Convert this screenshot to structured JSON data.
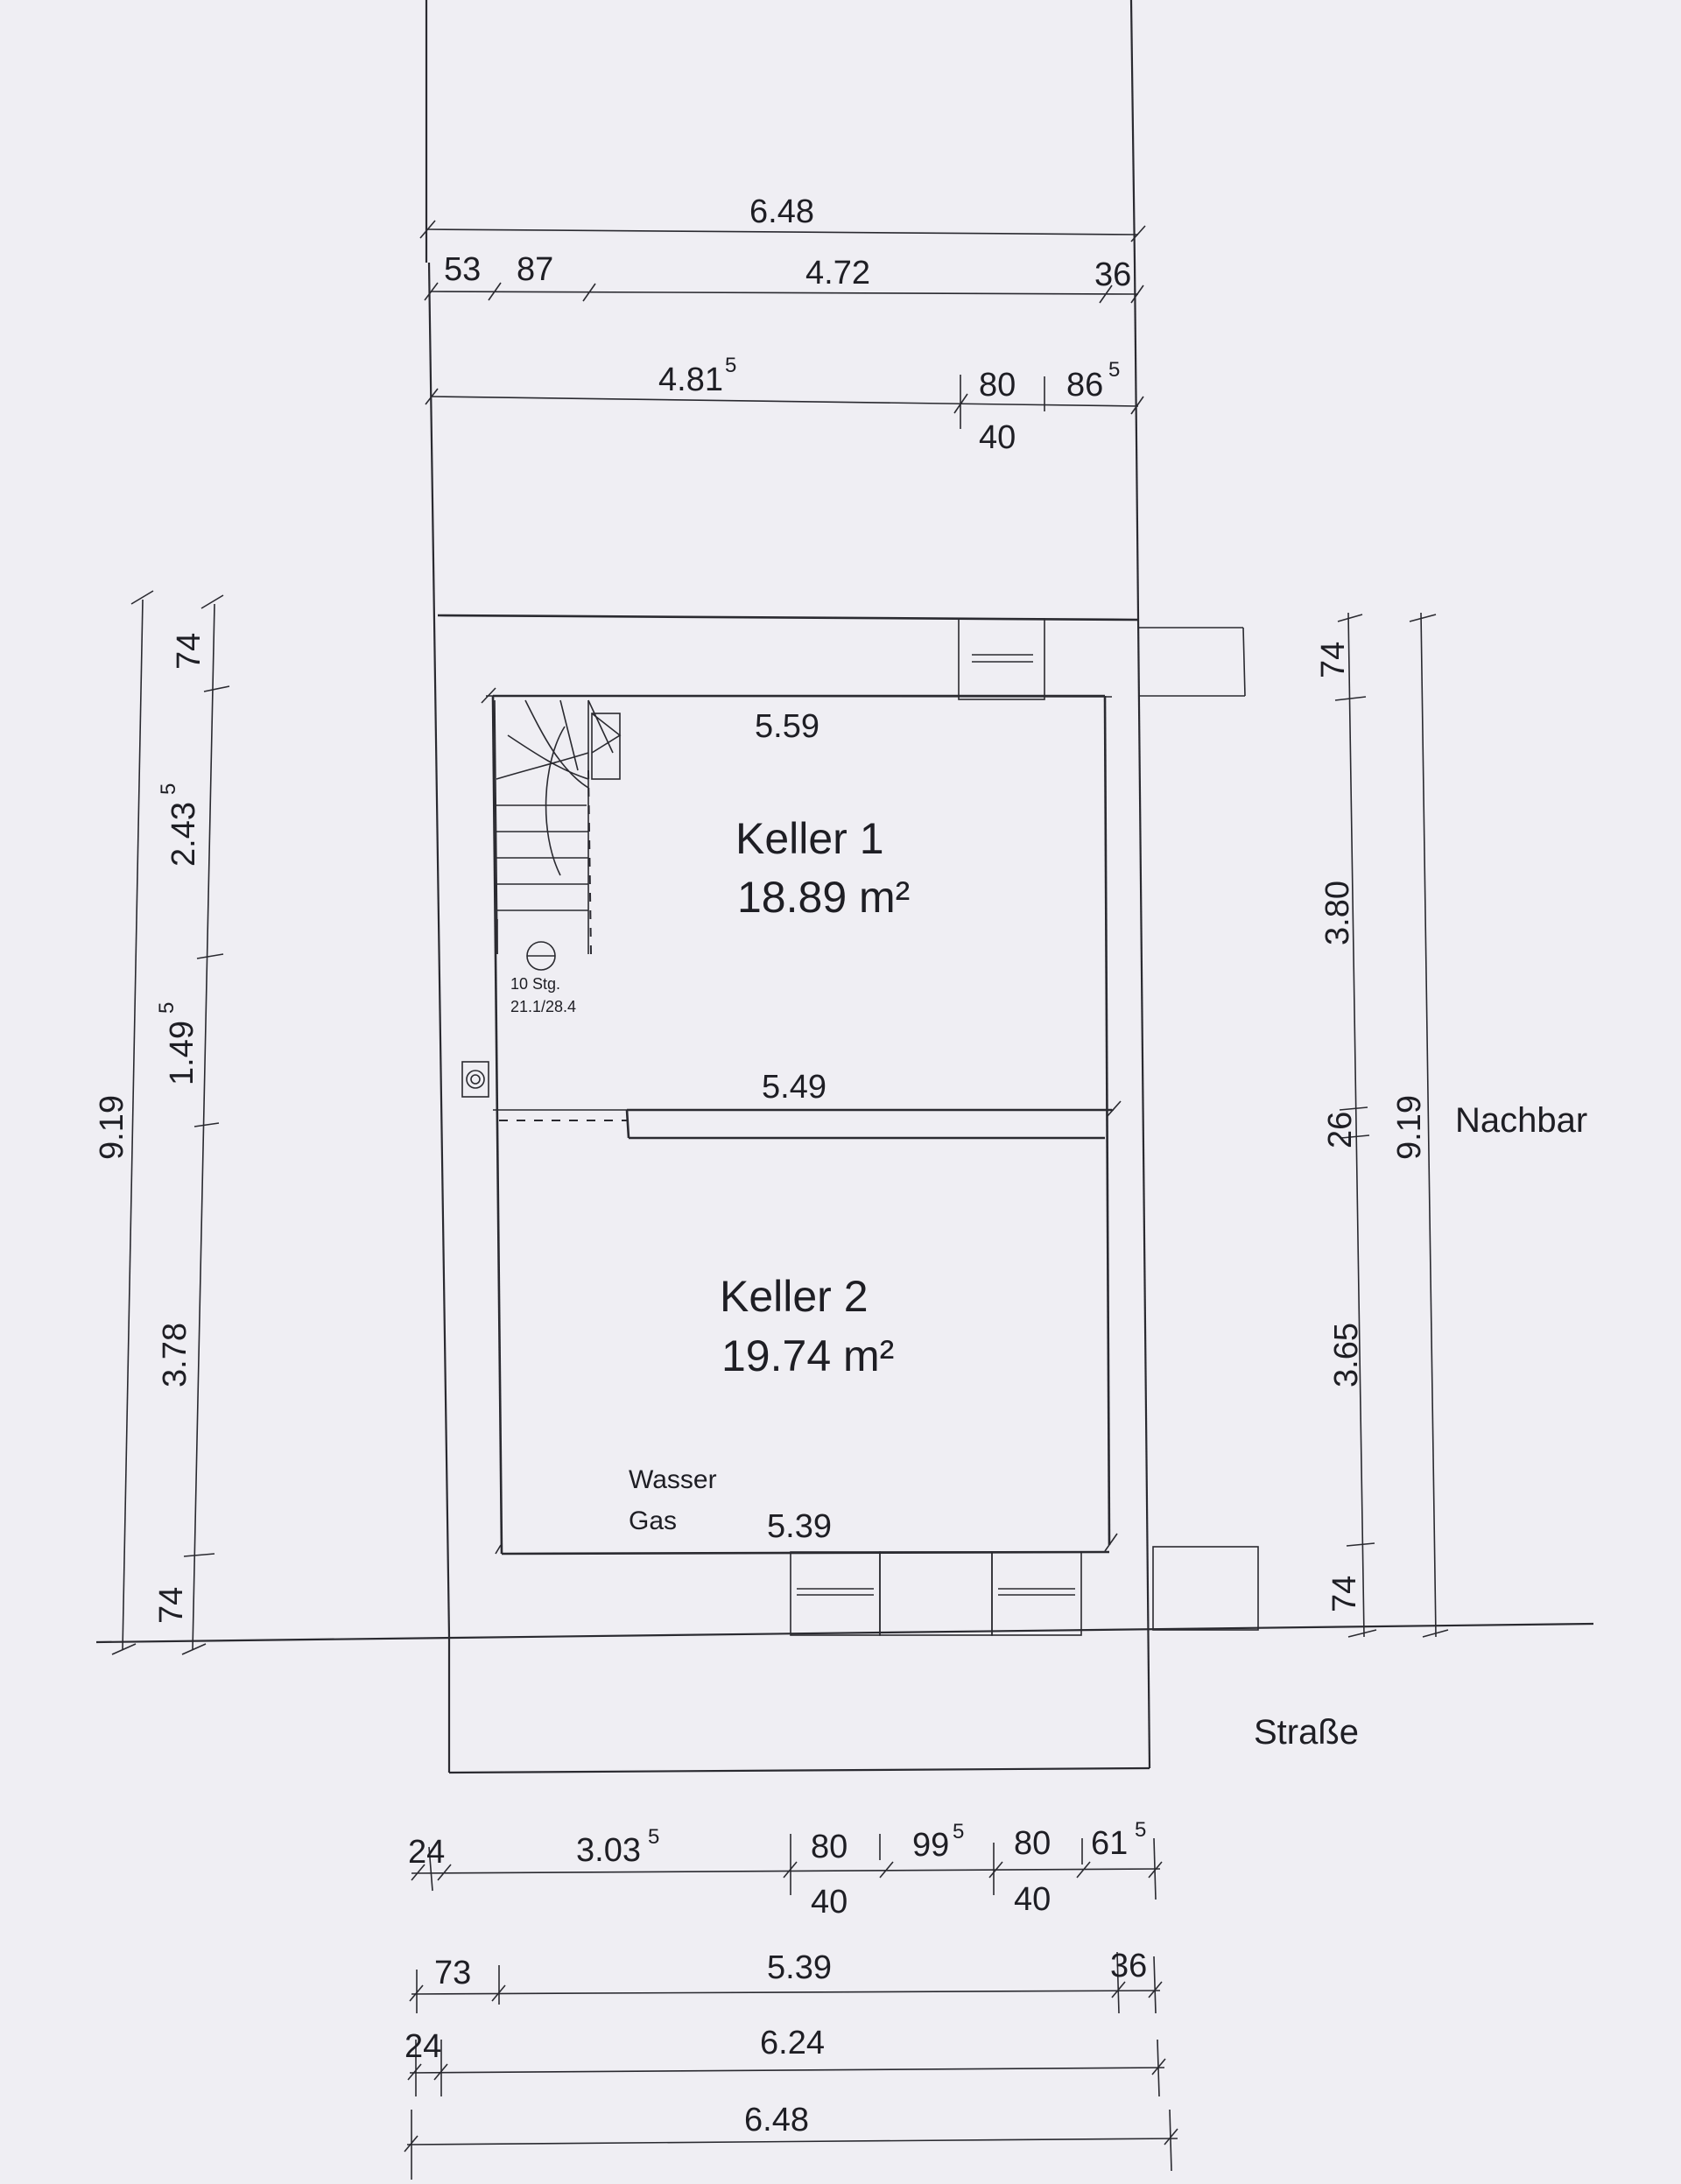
{
  "rooms": {
    "keller1": {
      "name": "Keller 1",
      "area": "18.89 m²"
    },
    "keller2": {
      "name": "Keller 2",
      "area": "19.74 m²"
    }
  },
  "labels": {
    "nachbar": "Nachbar",
    "strasse": "Straße",
    "wasser": "Wasser",
    "gas": "Gas",
    "stairs_count": "10 Stg.",
    "stairs_ratio": "21.1/28.4"
  },
  "dims_top": {
    "total": "6.48",
    "a": "53",
    "b": "87",
    "c": "4.72",
    "d": "36",
    "e_main": "4.81",
    "e_sup": "5",
    "f": "80",
    "f_below": "40",
    "g_main": "86",
    "g_sup": "5"
  },
  "dims_inner": {
    "k1_width": "5.59",
    "mid_width": "5.49",
    "k2_width": "5.39"
  },
  "dims_left": {
    "total": "9.19",
    "a": "74",
    "b_main": "2.43",
    "b_sup": "5",
    "c_main": "1.49",
    "c_sup": "5",
    "d": "3.78",
    "e": "74"
  },
  "dims_right": {
    "a": "74",
    "b": "3.80",
    "c": "26",
    "d": "3.65",
    "e": "74",
    "total": "9.19"
  },
  "dims_bottom": {
    "a": "24",
    "b_main": "3.03",
    "b_sup": "5",
    "c": "80",
    "c_below": "40",
    "d_main": "99",
    "d_sup": "5",
    "e": "80",
    "e_below": "40",
    "f_main": "61",
    "f_sup": "5",
    "row2_a": "73",
    "row2_b": "5.39",
    "row2_c": "36",
    "row3_a": "24",
    "row3_b": "6.24",
    "total": "6.48"
  }
}
